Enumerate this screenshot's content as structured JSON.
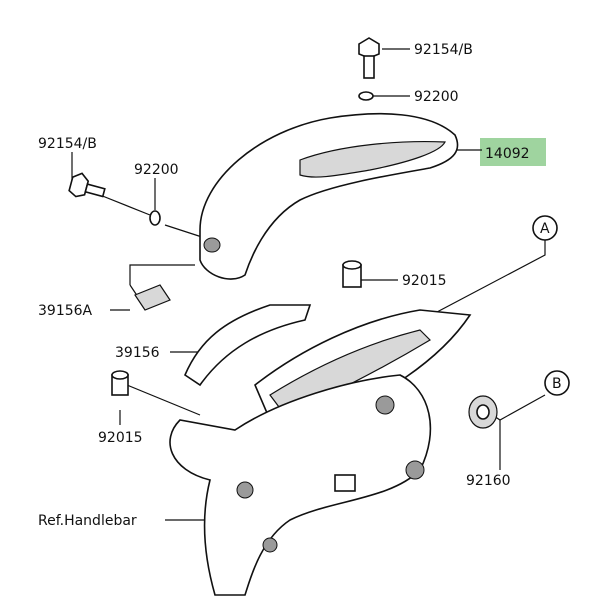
{
  "highlight_color": "#9fd49f",
  "labels": {
    "bolt_top": "92154/B",
    "washer_top": "92200",
    "cover": "14092",
    "bolt_left": "92154/B",
    "washer_left": "92200",
    "ref_a": "A",
    "collar_mid": "92015",
    "pad_a": "39156A",
    "pad": "39156",
    "collar_left": "92015",
    "ref_b": "B",
    "grommet": "92160",
    "ref_handlebar": "Ref.Handlebar"
  }
}
